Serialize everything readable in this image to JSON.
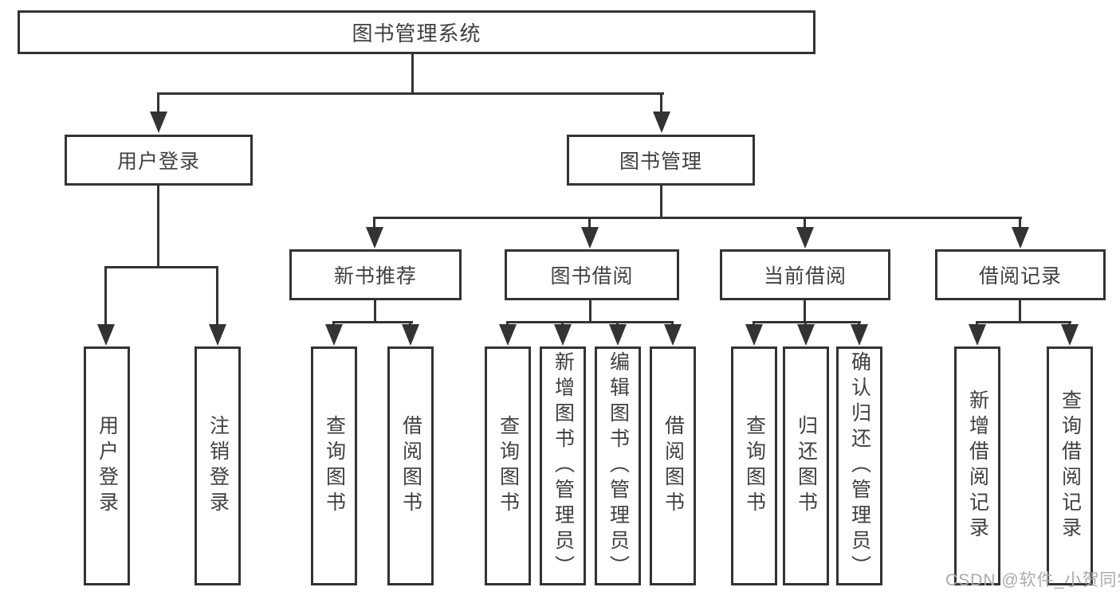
{
  "diagram": {
    "type": "hierarchy-tree",
    "title": "图书管理系统",
    "colors": {
      "line": "#333333",
      "border": "#333333",
      "text": "#404040",
      "background": "#ffffff",
      "watermark": "#ababab"
    },
    "tree": {
      "label": "图书管理系统",
      "children": [
        {
          "label": "用户登录",
          "children": [
            {
              "label": "用户登录"
            },
            {
              "label": "注销登录"
            }
          ]
        },
        {
          "label": "图书管理",
          "children": [
            {
              "label": "新书推荐",
              "children": [
                {
                  "label": "查询图书"
                },
                {
                  "label": "借阅图书"
                }
              ]
            },
            {
              "label": "图书借阅",
              "children": [
                {
                  "label": "查询图书"
                },
                {
                  "label": "新增图书（管理员）"
                },
                {
                  "label": "编辑图书（管理员）"
                },
                {
                  "label": "借阅图书"
                }
              ]
            },
            {
              "label": "当前借阅",
              "children": [
                {
                  "label": "查询图书"
                },
                {
                  "label": "归还图书"
                },
                {
                  "label": "确认归还（管理员）"
                }
              ]
            },
            {
              "label": "借阅记录",
              "children": [
                {
                  "label": "新增借阅记录"
                },
                {
                  "label": "查询借阅记录"
                }
              ]
            }
          ]
        }
      ]
    }
  },
  "watermark": {
    "text": "CSDN @软件_小贺同学"
  }
}
